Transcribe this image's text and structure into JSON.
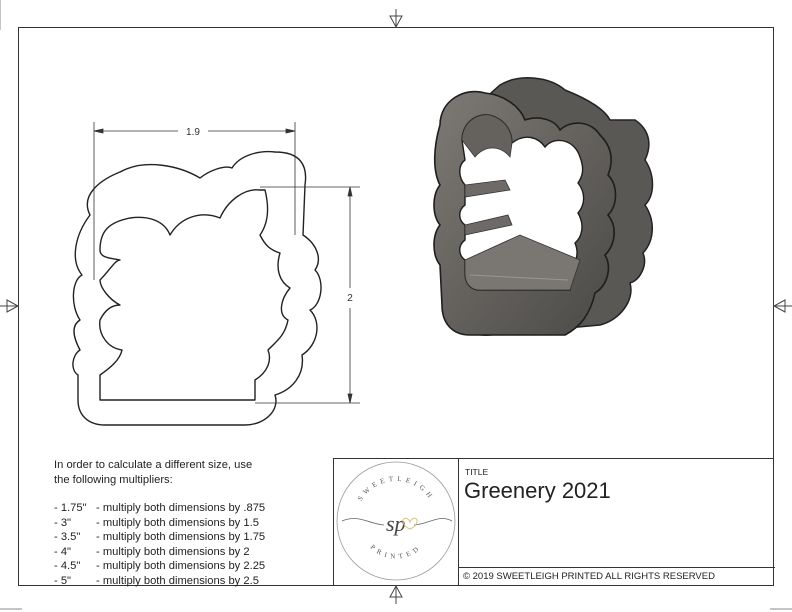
{
  "drawing": {
    "dimensions": {
      "width_label": "1.9",
      "height_label": "2"
    },
    "views": [
      {
        "name": "2D outline view",
        "type": "orthographic"
      },
      {
        "name": "3D isometric view",
        "type": "shaded"
      }
    ]
  },
  "instructions": {
    "intro_line1": "In order to calculate a different size, use",
    "intro_line2": "the following multipliers:",
    "multipliers": [
      {
        "size": "- 1.75\"",
        "text": "- multiply both dimensions by .875"
      },
      {
        "size": "- 3\"",
        "text": "- multiply both dimensions by 1.5"
      },
      {
        "size": "- 3.5\"",
        "text": "- multiply both dimensions by 1.75"
      },
      {
        "size": "- 4\"",
        "text": "- multiply both dimensions by 2"
      },
      {
        "size": "- 4.5\"",
        "text": "- multiply both dimensions by 2.25"
      },
      {
        "size": "- 5\"",
        "text": "- multiply both dimensions by 2.5"
      }
    ]
  },
  "title_block": {
    "title_label": "TITLE",
    "title_value": "Greenery 2021",
    "copyright": "© 2019  SWEETLEIGH PRINTED  ALL RIGHTS RESERVED",
    "logo": {
      "top_text": "SWEETLEIGH",
      "bottom_text": "PRINTED",
      "monogram": "sp",
      "accent_color": "#d9c27a"
    }
  },
  "colors": {
    "line": "#333333",
    "model_fill": "#5f5d59",
    "model_dark": "#3e3c39",
    "model_light": "#8a8782"
  }
}
